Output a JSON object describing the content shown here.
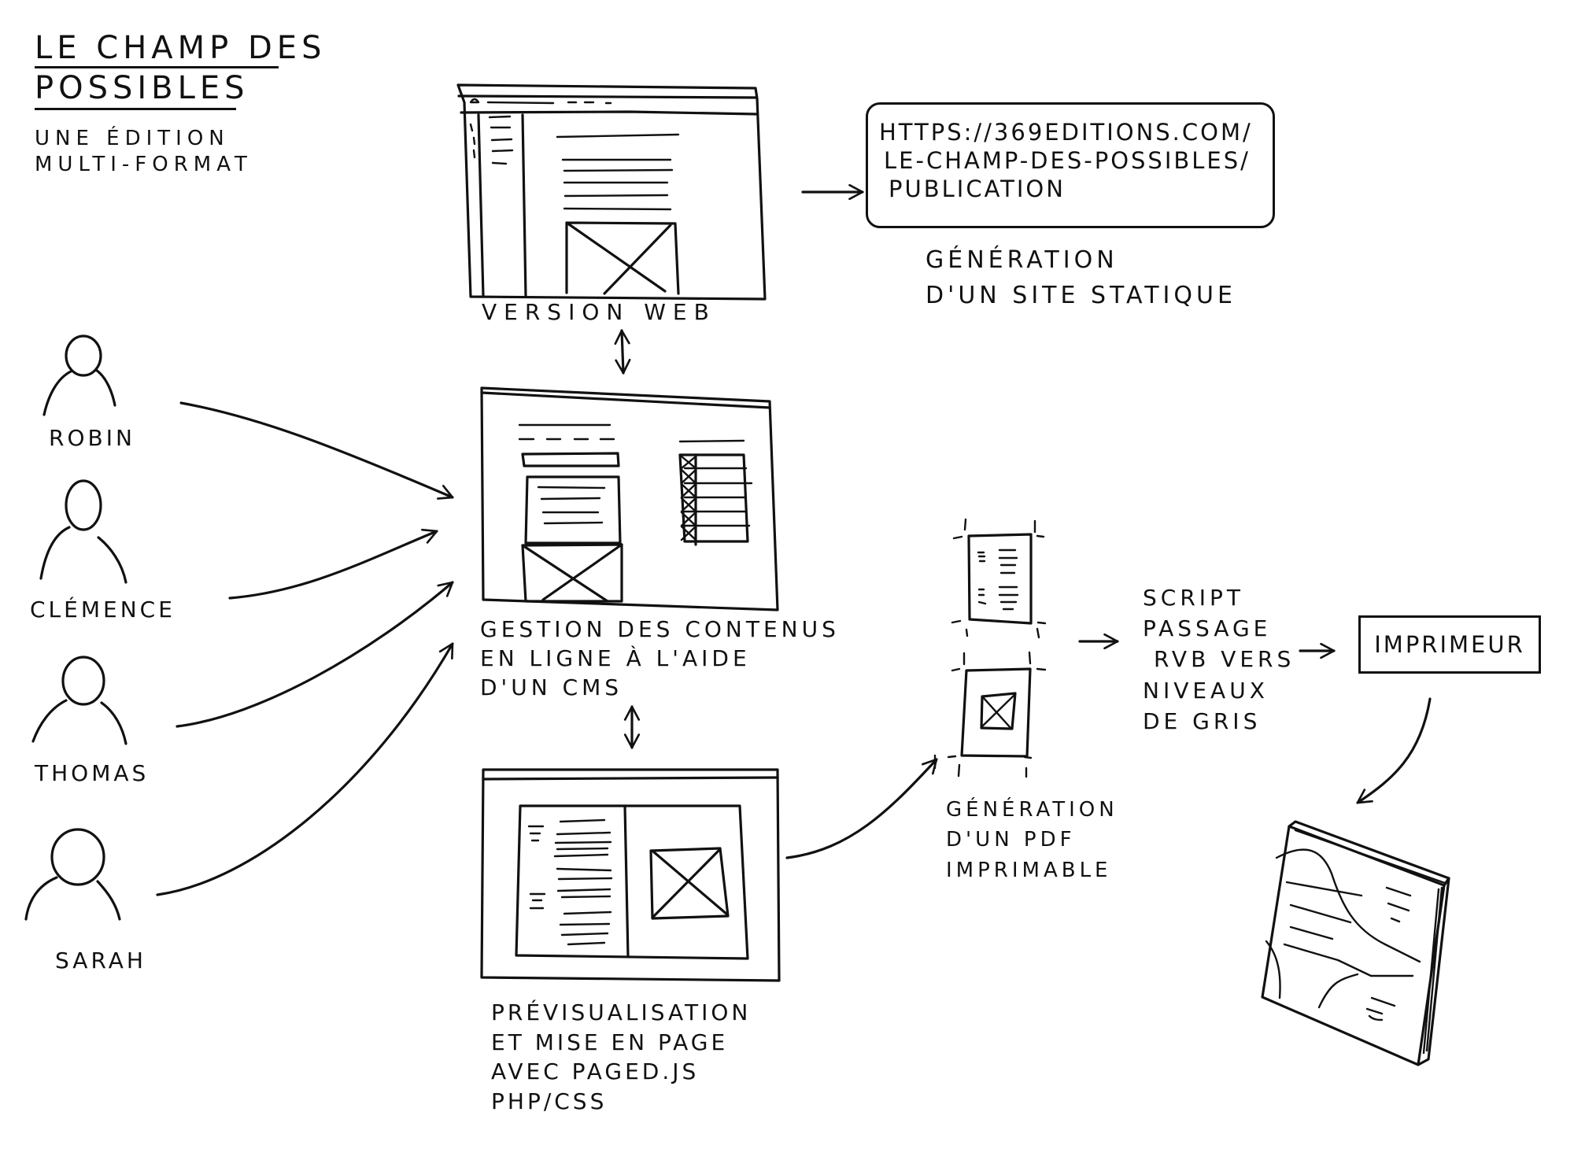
{
  "title": {
    "line1": "Le champ des",
    "line2": "possibles",
    "subtitle_line1": "Une édition",
    "subtitle_line2": "multi-format"
  },
  "contributors": [
    {
      "name": "Robin",
      "icon": "person-icon"
    },
    {
      "name": "Clémence",
      "icon": "person-icon"
    },
    {
      "name": "Thomas",
      "icon": "person-icon"
    },
    {
      "name": "Sarah",
      "icon": "person-icon"
    }
  ],
  "nodes": {
    "web": {
      "label": "Version web",
      "icon": "browser-window-icon"
    },
    "url": {
      "line1": "https://369editions.com/",
      "line2": "le-champ-des-possibles/",
      "line3": "publication"
    },
    "static_site": {
      "line1": "Génération",
      "line2": "d'un site statique"
    },
    "cms": {
      "line1": "Gestion des contenus",
      "line2": "en ligne à l'aide",
      "line3": "d'un CMS",
      "icon": "cms-window-icon"
    },
    "preview": {
      "line1": "Prévisualisation",
      "line2": "et mise en page",
      "line3": "avec paged.js",
      "line4": "php/css",
      "icon": "book-spread-window-icon"
    },
    "pdf": {
      "line1": "Génération",
      "line2": "d'un pdf",
      "line3": "imprimable",
      "icon": "pdf-pages-icon"
    },
    "script": {
      "line1": "Script",
      "line2": "passage",
      "line3": "RVB vers",
      "line4": "niveaux",
      "line5": "de gris"
    },
    "printer": {
      "label": "Imprimeur"
    },
    "book": {
      "icon": "printed-book-icon"
    }
  },
  "edges": [
    {
      "from": "Robin",
      "to": "cms",
      "type": "arrow"
    },
    {
      "from": "Clémence",
      "to": "cms",
      "type": "arrow"
    },
    {
      "from": "Thomas",
      "to": "cms",
      "type": "arrow"
    },
    {
      "from": "Sarah",
      "to": "cms",
      "type": "arrow"
    },
    {
      "from": "web",
      "to": "cms",
      "type": "bidirectional"
    },
    {
      "from": "cms",
      "to": "preview",
      "type": "bidirectional"
    },
    {
      "from": "web",
      "to": "url",
      "type": "arrow"
    },
    {
      "from": "preview",
      "to": "pdf",
      "type": "arrow"
    },
    {
      "from": "pdf",
      "to": "script",
      "type": "arrow"
    },
    {
      "from": "script",
      "to": "printer",
      "type": "arrow"
    },
    {
      "from": "printer",
      "to": "book",
      "type": "arrow"
    }
  ],
  "ink_color": "#111111",
  "paper_color": "#ffffff"
}
